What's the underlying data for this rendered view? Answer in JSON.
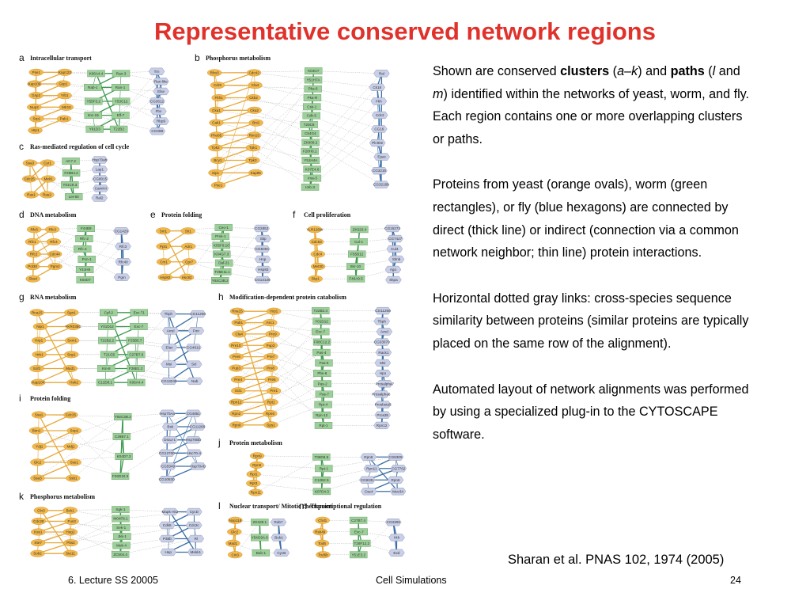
{
  "slide": {
    "title": "Representative conserved network regions",
    "footer_left": "6. Lecture SS 20005",
    "footer_center": "Cell Simulations",
    "footer_right": "24",
    "citation": "Sharan et al. PNAS 102, 1974 (2005)"
  },
  "body": {
    "p1": {
      "t1": "Shown are conserved ",
      "b1": "clusters",
      "t2": " (",
      "i1": "a",
      "t3": "–",
      "i2": "k",
      "t4": ") and ",
      "b2": "paths",
      "t5": " (",
      "i3": "l",
      "t6": " and ",
      "i4": "m",
      "t7": ") identified within the networks of yeast, worm, and fly. Each region contains one or more overlapping clusters or paths."
    },
    "p2": "Proteins from yeast (orange ovals), worm (green rectangles), or fly (blue hexagons) are connected by direct (thick line) or indirect (connection via a common network neighbor; thin line) protein interactions.",
    "p3": "Horizontal dotted gray links: cross-species sequence similarity between proteins (similar proteins are typically placed on the same row of the alignment).",
    "p4": "Automated layout of network alignments was performed by using a specialized plug-in to the CYTOSCAPE software."
  },
  "colors": {
    "title": "#e0312b",
    "yeast_node": "#f2b84b",
    "yeast_edge": "#e8a93a",
    "worm_node": "#9dcf9a",
    "worm_edge": "#3d9a4f",
    "fly_node": "#c9cfe6",
    "fly_edge": "#3a6ea5",
    "similarity_link": "#b5b5b5"
  },
  "figure": {
    "panels": [
      {
        "letter": "a",
        "title": "Intracellular transport",
        "yeast": [
          "Pse1",
          "Kap123",
          "Kap109",
          "Gsp1",
          "Gsp2",
          "Yrb1",
          "Nup2",
          "Mtr10",
          "Srp1",
          "Pab1",
          "Hrp1"
        ],
        "worm": [
          "K06A4.4",
          "Ran-3",
          "Rab-1",
          "Ran-1",
          "Y55F3.2",
          "Y53C12",
          "Imc-15",
          "Elf-7",
          "Y61D3",
          "T22B2"
        ],
        "fly": [
          "Trn",
          "Ran-like",
          "Elav",
          "CG3612",
          "Fbx",
          "Rbp9",
          "CG30B"
        ]
      },
      {
        "letter": "b",
        "title": "Phosphorus metabolism",
        "yeast": [
          "Rho3",
          "Cdc42",
          "Cdr9",
          "Cla4",
          "Fkh1",
          "Ckb2",
          "Cka1",
          "Cka2",
          "Cak1",
          "Bni1",
          "Pho85",
          "Rim15",
          "Tpk2",
          "Tpk1",
          "Bcy1",
          "Tpk3",
          "Sip1",
          "Kap95",
          "Pse1"
        ],
        "worm": [
          "K04G7",
          "Y51H7A",
          "Pka-6",
          "Pka-R",
          "Csk-1",
          "Cdk-5",
          "T28C8",
          "C54G4",
          "ZK909.2",
          "F28H6.1",
          "Y51H4A",
          "K07E4.6",
          "Ima-3",
          "Imb-3"
        ],
        "fly": [
          "Ral",
          "Ck18",
          "Fkh",
          "Cdc2",
          "CG16",
          "Plc90e",
          "Epac",
          "CG3216",
          "CG3216b"
        ]
      },
      {
        "letter": "c",
        "title": "Ras-mediated regulation of cell cycle",
        "yeast": [
          "Ssa3",
          "Cyr1",
          "Cdc25",
          "Mek1",
          "Ras1",
          "Ras2"
        ],
        "worm": [
          "AC7.2",
          "F28B4.2",
          "Y01C8.3",
          "Let-60"
        ],
        "fly": [
          "Hsp70ab",
          "Lap1",
          "CG8015",
          "CamKII",
          "Ral2"
        ]
      },
      {
        "letter": "d",
        "title": "DNA metabolism",
        "yeast": [
          "Rfc5",
          "Rfc3",
          "Rfc1",
          "Rfc4",
          "Rfc2",
          "Cdc44",
          "Pol30",
          "Pgm2",
          "Sba4"
        ],
        "worm": [
          "F44B9",
          "Rfc-2",
          "Rfc-4",
          "Pcn-1",
          "Y41H6",
          "K04D7"
        ],
        "fly": [
          "CG1429",
          "Rfc3",
          "Rfc40",
          "Pgm"
        ]
      },
      {
        "letter": "e",
        "title": "Protein folding",
        "yeast": [
          "Sm1",
          "Sti1",
          "Ppt1",
          "Adr1",
          "Cm1",
          "Cpr7",
          "Hsp82",
          "Hsc82"
        ],
        "worm": [
          "Ceo-1",
          "Pmk-1",
          "K05F9.10",
          "K04G7.3",
          "Daf-21",
          "T05E11.1",
          "Y92C3B.2"
        ],
        "fly": [
          "CG2852",
          "Stip",
          "CG5094",
          "Hop",
          "Hsp83",
          "CG13126"
        ]
      },
      {
        "letter": "f",
        "title": "Cell proliferation",
        "yeast": [
          "YLR126W",
          "Cdc53",
          "Cdc4",
          "Met30",
          "Skp1"
        ],
        "worm": [
          "ZK520.4",
          "Cul-1",
          "F55B12",
          "Skr-10",
          "F46A9.5"
        ],
        "fly": [
          "CG15272",
          "CG7427",
          "Cul4",
          "Slmb",
          "Ago",
          "Skpa"
        ]
      },
      {
        "letter": "g",
        "title": "RNA metabolism",
        "yeast": [
          "Rna15",
          "Sgn1",
          "Nip1",
          "YKR038C",
          "Hrp1",
          "Sxm1",
          "Hrb1",
          "Snp1",
          "Sof2",
          "Mud1",
          "Kap104",
          "Hek2"
        ],
        "worm": [
          "Cpf-2",
          "Exc-71",
          "Y01D12",
          "Exc-7",
          "T22B2.2",
          "F25B5.7",
          "T21G5",
          "C27B7.6",
          "Kin-8",
          "F26B1.2",
          "C12D8.1",
          "K06A4.4"
        ],
        "fly": [
          "Tbph",
          "CG11266",
          "Arrel",
          "Fmr",
          "Elav",
          "CG4612",
          "Msi",
          "Sxl",
          "CG13249",
          "Nab"
        ]
      },
      {
        "letter": "h",
        "title": "Modification-dependent protein catabolism",
        "yeast": [
          "Rna15",
          "Hrp1",
          "Pab1",
          "Asc1",
          "Cla4",
          "Pre9",
          "Pre10",
          "Pup2",
          "Pre6",
          "Pre7",
          "Pup3",
          "Pre8",
          "Pre4",
          "Pre5",
          "Scl1",
          "Pre1",
          "Rpn12",
          "Rpt1",
          "Rpn2",
          "Rpn6",
          "Rpn8",
          "Sps1"
        ],
        "worm": [
          "T22B2.4",
          "Y01D12",
          "Exc-7",
          "F08C12.2",
          "Pas-4",
          "Pas-5",
          "Pbs-6",
          "Pas-2",
          "Pas-7",
          "Rpt-4",
          "Rpn-12",
          "Rpt-1"
        ],
        "fly": [
          "CG11266",
          "Tbph",
          "Arrel",
          "CG33070",
          "Rack1",
          "Msi",
          "Hpo",
          "Prosalpha7",
          "Prosalpha6",
          "Prosbeta5",
          "Pros35",
          "Rpn12"
        ]
      },
      {
        "letter": "i",
        "title": "Protein folding",
        "yeast": [
          "Ssa1",
          "Cdc25",
          "Bim1",
          "Snp1",
          "Ydj1",
          "Mdj1",
          "Glc2",
          "Sse1",
          "Ssa3",
          "Ssb1"
        ],
        "worm": [
          "Y92C3B.2",
          "C28B7.1",
          "K04D7.3",
          "F26D10.3"
        ],
        "fly": [
          "Hsp70Aa",
          "CG4851",
          "Bsk",
          "CG11266",
          "DnaJ-1",
          "Hsp70Bb",
          "CG12700",
          "Hsc70-4",
          "CG5349",
          "Hsp70Ab",
          "CG10830"
        ]
      },
      {
        "letter": "j",
        "title": "Protein metabolism",
        "yeast": [
          "Rpn9",
          "Rpn6",
          "Rpt1",
          "Rpt3",
          "Rpn11"
        ],
        "worm": [
          "T06D8.8",
          "Rpt-1",
          "C12B2.5",
          "K07D4.3"
        ],
        "fly": [
          "Rpn9",
          "CG8309",
          "Rpn11",
          "CG7762",
          "CG8331",
          "Rpn6",
          "Cse4",
          "Mov34"
        ]
      },
      {
        "letter": "k",
        "title": "Phosphorus metabolism",
        "yeast": [
          "Cln3",
          "Bck1",
          "Cdc28",
          "Fus3",
          "Kss1",
          "Hog1",
          "Ste7",
          "Pbs2",
          "Sok2",
          "Ste11"
        ],
        "worm": [
          "Sgk-1",
          "M04F8.1",
          "Sek-1",
          "Jkk-1",
          "Mek-4",
          "ZC504.4"
        ],
        "fly": [
          "Mapk-Ak2",
          "CycD",
          "Cdk5",
          "Cdc2c",
          "P38b",
          "Rl",
          "Hep",
          "Mekk1"
        ]
      },
      {
        "letter": "l",
        "title": "Nuclear transport/ Mitotic checkpoint",
        "yeast": [
          "Nop116",
          "Glc2",
          "Mad1",
          "Cin3"
        ],
        "worm": [
          "ZK328.1",
          "Y54G9A.6",
          "Bub-1"
        ],
        "fly": [
          "Rab7",
          "Bub1",
          "CycB"
        ]
      },
      {
        "letter": "m",
        "title": "Transcriptional regulation",
        "yeast": [
          "Chd1",
          "Rsb49",
          "Tod6",
          "Tod6b"
        ],
        "worm": [
          "C27B7.4",
          "Exc-7",
          "T28F12.2",
          "Y51E3.2"
        ],
        "fly": [
          "CG3309",
          "Hth",
          "Exd"
        ]
      }
    ]
  }
}
